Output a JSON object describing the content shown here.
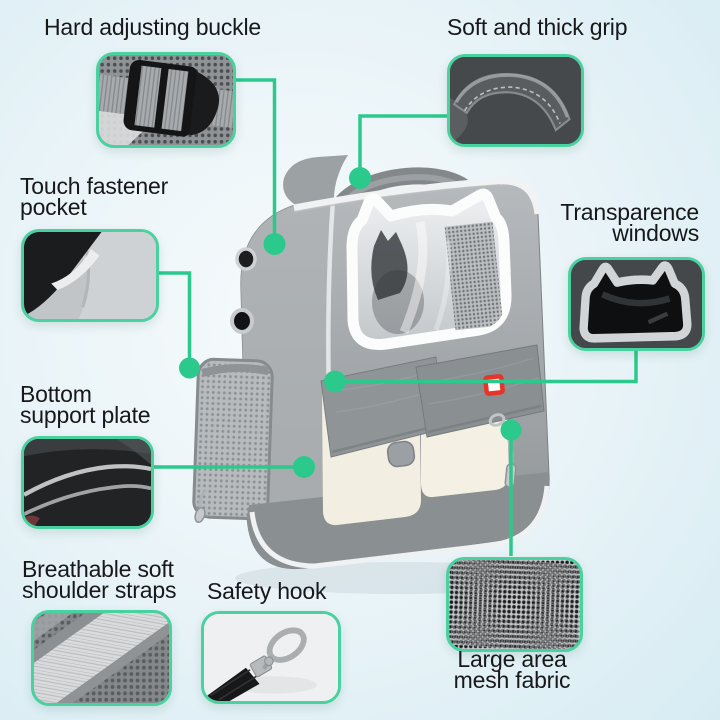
{
  "accent": {
    "connector_color": "#2cc98c",
    "thumbnail_border_color": "#49d1a0"
  },
  "colors": {
    "background_center": "#f7fbfc",
    "background_edge": "#d6ecf3",
    "label_text": "#17181a",
    "backpack_gray": "#9aa0a3",
    "pocket_cream": "#f2efe2",
    "logo_red": "#e7342c"
  },
  "features": [
    {
      "id": "hard-adjusting-buckle",
      "label": "Hard adjusting buckle"
    },
    {
      "id": "soft-and-thick-grip",
      "label": "Soft and thick grip"
    },
    {
      "id": "touch-fastener-pocket",
      "label": "Touch fastener\npocket"
    },
    {
      "id": "transparence-windows",
      "label": "Transparence\nwindows"
    },
    {
      "id": "bottom-support-plate",
      "label": "Bottom\nsupport plate"
    },
    {
      "id": "breathable-soft-shoulder-straps",
      "label": "Breathable soft\nshoulder straps"
    },
    {
      "id": "safety-hook",
      "label": "Safety hook"
    },
    {
      "id": "large-area-mesh-fabric",
      "label": "Large area\nmesh fabric"
    }
  ]
}
